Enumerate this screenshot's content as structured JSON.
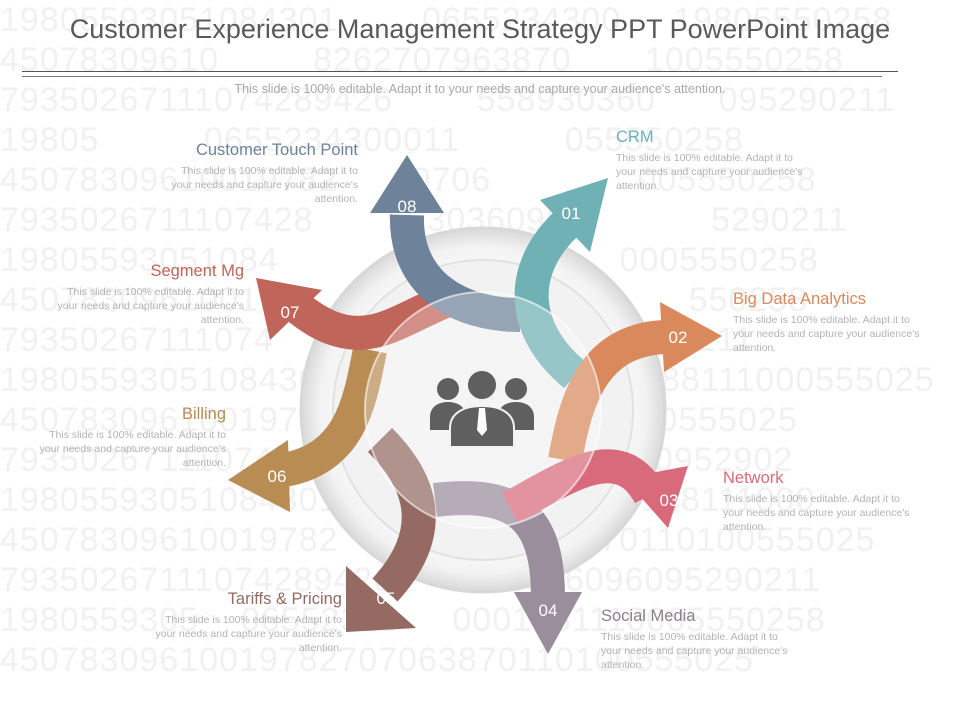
{
  "title": "Customer Experience Management Strategy PPT PowerPoint Image",
  "subtitle": "This slide is 100% editable. Adapt it to your needs and capture your audience's attention.",
  "background_digits": [
    "19805593051084301        0655234300     19805550258",
    "45078309610         8262707963870       1005550258",
    "79350267111074289426        558930360      095290211",
    "19805          0655234300011          055550258",
    "45078309610019782       0706              005550258",
    "7935026711107428       5930360960            5290211",
    "19805593051084           2343              0005550258",
    "450783096100197          8262707              550258",
    "79350267111074          5593036096095290211",
    "19805593051084301        06552343000188111000555025",
    "45078309610019782        7063870110100555025",
    "79350267111074289426    555930360960952902",
    "19805593051084301        06552343000188111000",
    "45078309610019782    8262707063870110100555025",
    "79350267111074289426     5593036096095290211",
    "1980559305    06552343     0001881110005550258",
    "45078309610019782707063870110100555025"
  ],
  "center_icon": "people-group-icon",
  "steps": [
    {
      "num": "01",
      "label": "CRM",
      "desc": "This slide is 100% editable. Adapt it to your needs and capture your audience's attention.",
      "color": "#6fb1b5"
    },
    {
      "num": "02",
      "label": "Big Data Analytics",
      "desc": "This slide is 100% editable. Adapt it to your needs and capture your audience's attention.",
      "color": "#d9895c"
    },
    {
      "num": "03",
      "label": "Network",
      "desc": "This slide is 100% editable. Adapt it to your needs and capture your audience's attention.",
      "color": "#d86a7c"
    },
    {
      "num": "04",
      "label": "Social Media",
      "desc": "This slide is 100% editable. Adapt it to your needs and capture your audience's attention.",
      "color": "#9a8d9c"
    },
    {
      "num": "05",
      "label": "Tariffs & Pricing",
      "desc": "This slide is 100% editable. Adapt it to your needs and capture your audience's attention.",
      "color": "#946a62"
    },
    {
      "num": "06",
      "label": "Billing",
      "desc": "This slide is 100% editable. Adapt it to your needs and capture your audience's attention.",
      "color": "#b98c54"
    },
    {
      "num": "07",
      "label": "Segment Mg",
      "desc": "This slide is 100% editable. Adapt it to your needs and capture your audience's attention.",
      "color": "#c0655a"
    },
    {
      "num": "08",
      "label": "Customer Touch Point",
      "desc": "This slide is 100% editable. Adapt it to your needs and capture your audience's attention.",
      "color": "#6e8399"
    }
  ]
}
